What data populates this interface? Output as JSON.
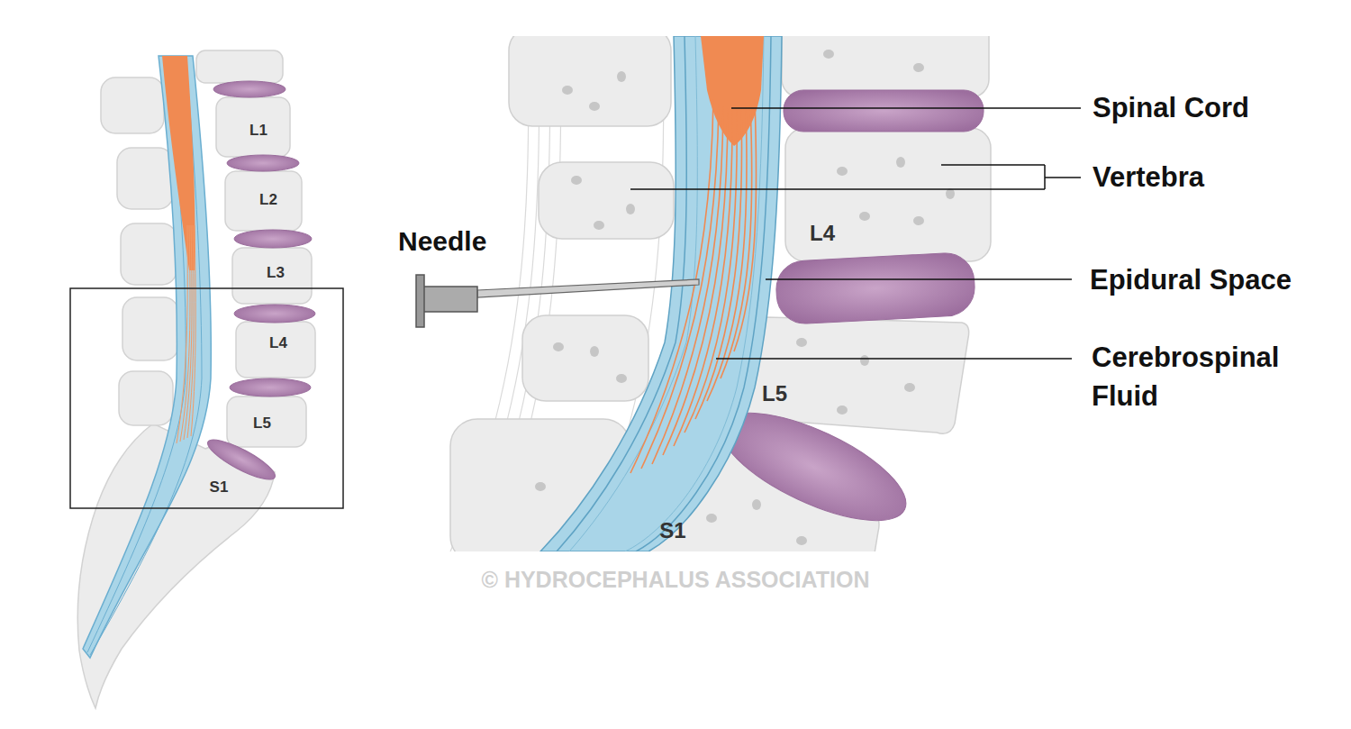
{
  "diagram": {
    "labels": [
      "L1",
      "L2",
      "L3",
      "L4",
      "L5",
      "S1",
      "Needle",
      "L4",
      "L5",
      "S1",
      "Spinal Cord",
      "Vertebra",
      "Epidural Space",
      "Cerebrospinal Fluid",
      "© HYDROCEPHALUS ASSOCIATION"
    ]
  }
}
